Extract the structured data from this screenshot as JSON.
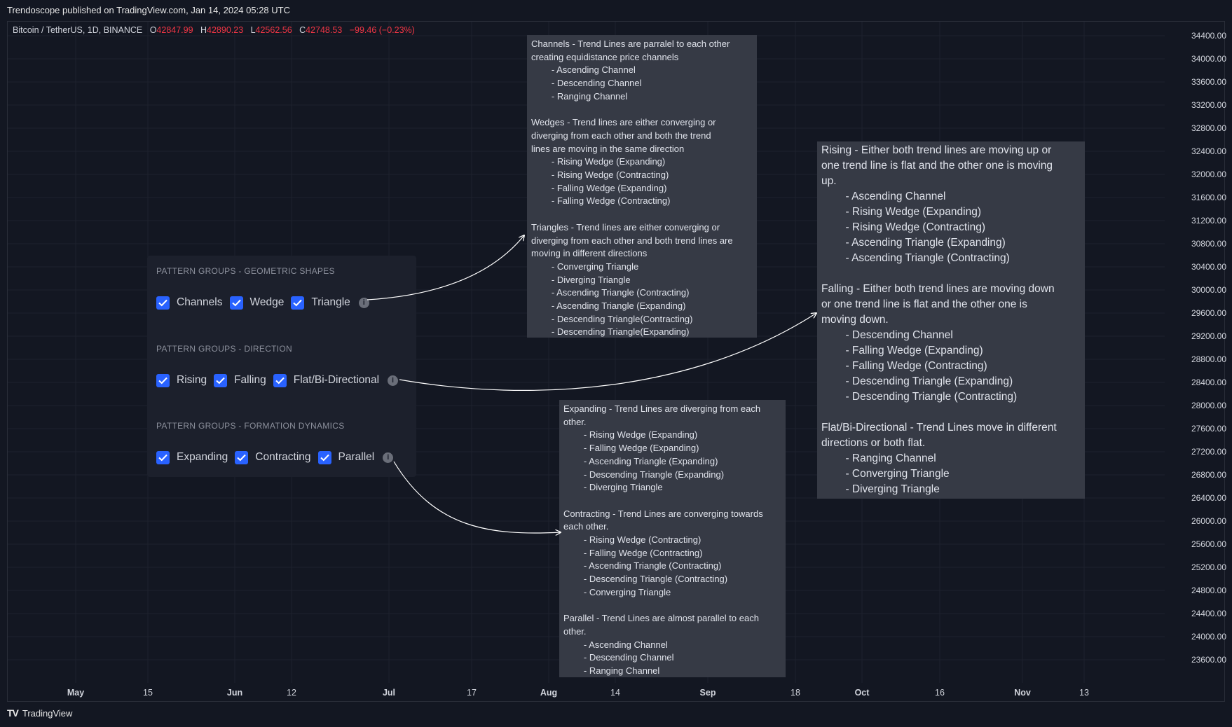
{
  "header": {
    "published": "Trendoscope published on TradingView.com, Jan 14, 2024 05:28 UTC"
  },
  "symbol": {
    "name": "Bitcoin / TetherUS, 1D, BINANCE",
    "o_label": "O",
    "o_value": "42847.99",
    "h_label": "H",
    "h_value": "42890.23",
    "l_label": "L",
    "l_value": "42562.56",
    "c_label": "C",
    "c_value": "42748.53",
    "change": "−99.46 (−0.23%)"
  },
  "price_axis": [
    "34400.00",
    "34000.00",
    "33600.00",
    "33200.00",
    "32800.00",
    "32400.00",
    "32000.00",
    "31600.00",
    "31200.00",
    "30800.00",
    "30400.00",
    "30000.00",
    "29600.00",
    "29200.00",
    "28800.00",
    "28400.00",
    "28000.00",
    "27600.00",
    "27200.00",
    "26800.00",
    "26400.00",
    "26000.00",
    "25600.00",
    "25200.00",
    "24800.00",
    "24400.00",
    "24000.00",
    "23600.00"
  ],
  "time_axis": [
    {
      "label": "May",
      "bold": true
    },
    {
      "label": "15",
      "bold": false
    },
    {
      "label": "Jun",
      "bold": true
    },
    {
      "label": "12",
      "bold": false
    },
    {
      "label": "Jul",
      "bold": true
    },
    {
      "label": "17",
      "bold": false
    },
    {
      "label": "Aug",
      "bold": true
    },
    {
      "label": "14",
      "bold": false
    },
    {
      "label": "Sep",
      "bold": true
    },
    {
      "label": "18",
      "bold": false
    },
    {
      "label": "Oct",
      "bold": true
    },
    {
      "label": "16",
      "bold": false
    },
    {
      "label": "Nov",
      "bold": true
    },
    {
      "label": "13",
      "bold": false
    }
  ],
  "notes": {
    "shapes": "Channels - Trend Lines are parralel to each other\ncreating equidistance price channels\n        - Ascending Channel\n        - Descending Channel\n        - Ranging Channel\n\nWedges - Trend lines are either converging or\ndiverging from each other and both the trend\nlines are moving in the same direction\n        - Rising Wedge (Expanding)\n        - Rising Wedge (Contracting)\n        - Falling Wedge (Expanding)\n        - Falling Wedge (Contracting)\n\nTriangles - Trend lines are either converging or\ndiverging from each other and both trend lines are\nmoving in different directions\n        - Converging Triangle\n        - Diverging Triangle\n        - Ascending Triangle (Contracting)\n        - Ascending Triangle (Expanding)\n        - Descending Triangle(Contracting)\n        - Descending Triangle(Expanding)",
    "direction": "Rising - Either both trend lines are moving up or\none trend line is flat and the other one is moving\nup.\n        - Ascending Channel\n        - Rising Wedge (Expanding)\n        - Rising Wedge (Contracting)\n        - Ascending Triangle (Expanding)\n        - Ascending Triangle (Contracting)\n\nFalling - Either both trend lines are moving down\nor one trend line is flat and the other one is\nmoving down.\n        - Descending Channel\n        - Falling Wedge (Expanding)\n        - Falling Wedge (Contracting)\n        - Descending Triangle (Expanding)\n        - Descending Triangle (Contracting)\n\nFlat/Bi-Directional - Trend Lines move in different\ndirections or both flat.\n        - Ranging Channel\n        - Converging Triangle\n        - Diverging Triangle",
    "dynamics": "Expanding - Trend Lines are diverging from each\nother.\n        - Rising Wedge (Expanding)\n        - Falling Wedge (Expanding)\n        - Ascending Triangle (Expanding)\n        - Descending Triangle (Expanding)\n        - Diverging Triangle\n\nContracting - Trend Lines are converging towards\neach other.\n        - Rising Wedge (Contracting)\n        - Falling Wedge (Contracting)\n        - Ascending Triangle (Contracting)\n        - Descending Triangle (Contracting)\n        - Converging Triangle\n\nParallel - Trend Lines are almost parallel to each\nother.\n        - Ascending Channel\n        - Descending Channel\n        - Ranging Channel"
  },
  "panel": {
    "groups": [
      {
        "title": "PATTERN GROUPS - GEOMETRIC SHAPES",
        "options": [
          {
            "label": "Channels",
            "checked": true
          },
          {
            "label": "Wedge",
            "checked": true
          },
          {
            "label": "Triangle",
            "checked": true
          }
        ]
      },
      {
        "title": "PATTERN GROUPS - DIRECTION",
        "options": [
          {
            "label": "Rising",
            "checked": true
          },
          {
            "label": "Falling",
            "checked": true
          },
          {
            "label": "Flat/Bi-Directional",
            "checked": true
          }
        ]
      },
      {
        "title": "PATTERN GROUPS - FORMATION DYNAMICS",
        "options": [
          {
            "label": "Expanding",
            "checked": true
          },
          {
            "label": "Contracting",
            "checked": true
          },
          {
            "label": "Parallel",
            "checked": true
          }
        ]
      }
    ]
  },
  "footer": {
    "brand": "TradingView"
  },
  "colors": {
    "background": "#131722",
    "note_bg": "#363a45",
    "checkbox": "#2962ff",
    "negative": "#f23645"
  }
}
